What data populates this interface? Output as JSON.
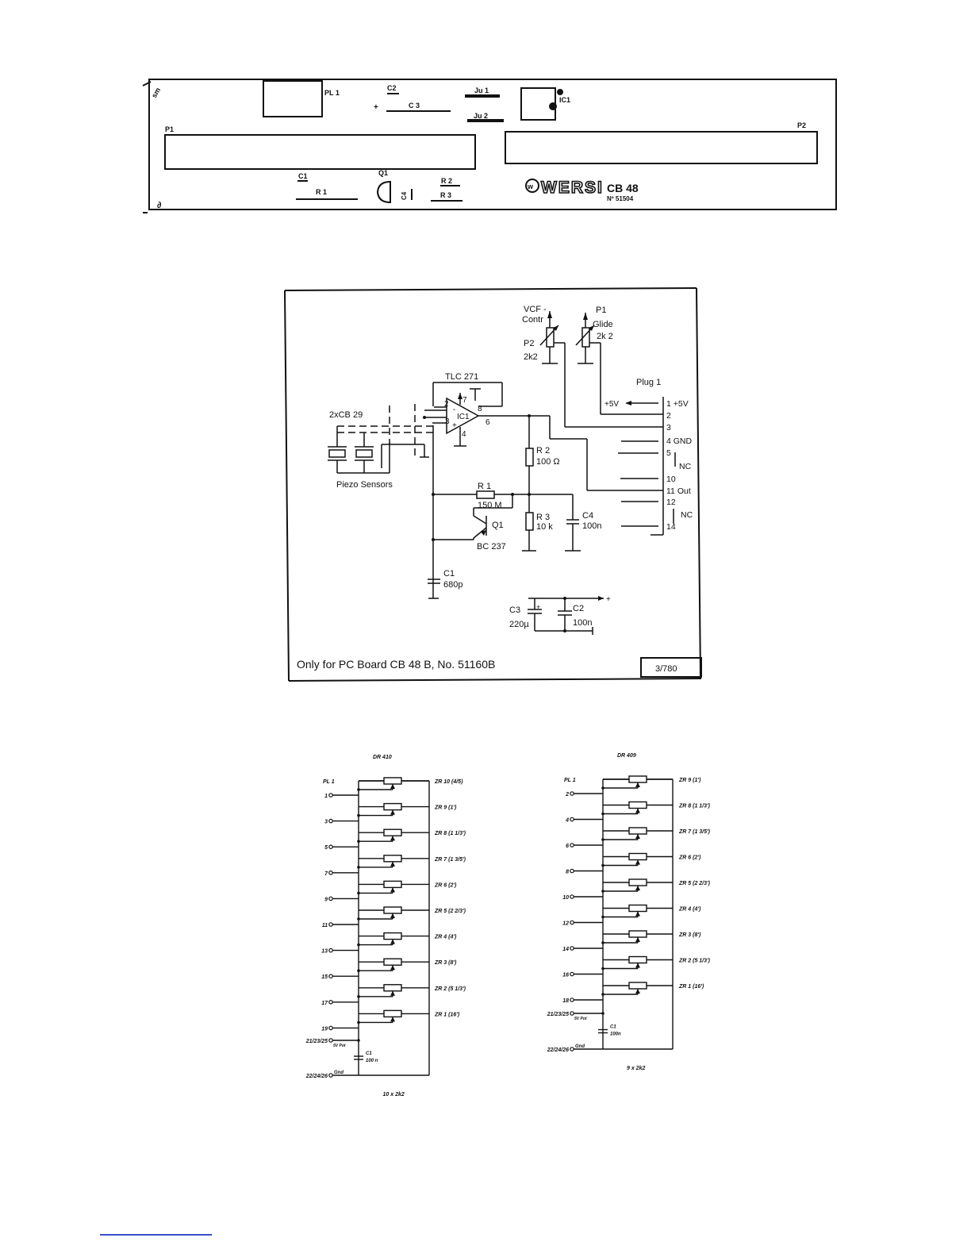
{
  "pcb": {
    "labels": {
      "pl1": "PL 1",
      "c2": "C2",
      "c3": "C 3",
      "ju1": "Ju 1",
      "ju2": "Ju 2",
      "ic1": "IC1",
      "p1": "P1",
      "p2": "P2",
      "c1": "C1",
      "r1": "R 1",
      "q1": "Q1",
      "r2": "R 2",
      "r3": "R 3",
      "c4": "C4",
      "plus": "+"
    },
    "logo": "WERSI",
    "model": "CB 48",
    "number": "Nº 51504"
  },
  "schematic": {
    "labels": {
      "vcf": "VCF -",
      "vcf2": "Contr",
      "p1": "P1",
      "glide": "Glide",
      "p1val": "2k 2",
      "p2": "P2",
      "p2val": "2k2",
      "tlc": "TLC 271",
      "plug": "Plug 1",
      "plus5v": "+5V",
      "cb29": "2xCB 29",
      "ic1": "IC1",
      "pin2": "2",
      "pin3": "3",
      "pin7": "7",
      "pin8": "8",
      "pin6": "6",
      "pin4": "4",
      "minus": "-",
      "plusSign": "+",
      "piezo": "Piezo Sensors",
      "r2": "R 2",
      "r2val": "100 Ω",
      "r1": "R 1",
      "r1val": "150 M",
      "q1": "Q1",
      "bc": "BC 237",
      "r3": "R 3",
      "r3val": "10 k",
      "c4": "C4",
      "c4val": "100n",
      "c1": "C1",
      "c1val": "680p",
      "c3": "C3",
      "c3val": "220µ",
      "c2": "C2",
      "c2val": "100n",
      "c3plus": "+",
      "railplus": "+"
    },
    "plug_pins": [
      "1 +5V",
      "2",
      "3",
      "4 GND",
      "5",
      "10",
      "11 Out",
      "12",
      "14"
    ],
    "nc1": "NC",
    "nc2": "NC",
    "note": "Only for PC Board CB 48 B, No. 51160B",
    "ref": "3/780"
  },
  "drawbars": {
    "left": {
      "title": "DR 410",
      "header": "PL 1",
      "pins": [
        "1",
        "3",
        "5",
        "7",
        "9",
        "11",
        "13",
        "15",
        "17",
        "19"
      ],
      "bars": [
        "ZR 10 (4/5)",
        "ZR 9 (1')",
        "ZR 8 (1 1/3')",
        "ZR 7 (1 3/5')",
        "ZR 6 (2')",
        "ZR 5 (2 2/3')",
        "ZR 4 (4')",
        "ZR 3 (8')",
        "ZR 2 (5 1/3')",
        "ZR 1 (16')"
      ],
      "supply": "21/23/25",
      "supply_label": "5V Pot",
      "gnd": "22/24/26",
      "gnd_label": "Gnd",
      "cap": "C1",
      "cap_val": "100 n",
      "count": "10 x 2k2"
    },
    "right": {
      "title": "DR 409",
      "header": "PL 1",
      "pins": [
        "2",
        "4",
        "6",
        "8",
        "10",
        "12",
        "14",
        "16",
        "18"
      ],
      "bars": [
        "ZR 9 (1')",
        "ZR 8 (1 1/3')",
        "ZR 7 (1 3/5')",
        "ZR 6 (2')",
        "ZR 5 (2 2/3')",
        "ZR 4 (4')",
        "ZR 3 (8')",
        "ZR 2 (5 1/3')",
        "ZR 1 (16')"
      ],
      "supply": "21/23/25",
      "supply_label": "5V Pot",
      "gnd": "22/24/26",
      "gnd_label": "Gnd",
      "cap": "C1",
      "cap_val": "100n",
      "count": "9 x 2k2"
    }
  }
}
